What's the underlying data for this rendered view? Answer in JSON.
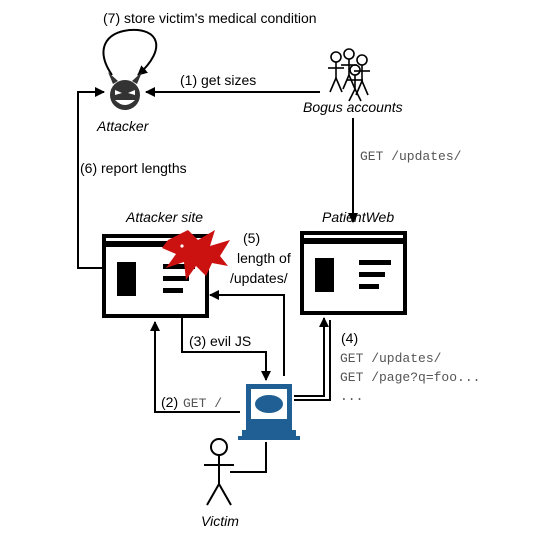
{
  "nodes": {
    "attacker": "Attacker",
    "bogus_accounts": "Bogus accounts",
    "attacker_site": "Attacker site",
    "patientweb": "PatientWeb",
    "victim": "Victim"
  },
  "steps": {
    "s1": "(1) get sizes",
    "s2_prefix": "(2)",
    "s2_req": "GET /",
    "s3": "(3) evil JS",
    "s4": "(4)",
    "s4_req1": "GET /updates/",
    "s4_req2": "GET /page?q=foo...",
    "s4_more": "...",
    "s5_line1": "(5)",
    "s5_line2": "length of",
    "s5_line3": "/updates/",
    "s6": "(6) report lengths",
    "s7": "(7) store victim's medical condition",
    "bogus_req": "GET /updates/"
  },
  "icons": {
    "attacker": "devil-face-icon",
    "bogus_accounts": "group-of-people-icon",
    "attacker_site": "webpage-icon",
    "patientweb": "webpage-icon",
    "dragon": "red-dragon-icon",
    "victim_computer": "computer-icon",
    "victim": "stick-figure-icon"
  },
  "colors": {
    "line": "#000000",
    "computer_blue": "#1f5f93",
    "dragon_red": "#cc1111",
    "mono_text": "#555555"
  }
}
